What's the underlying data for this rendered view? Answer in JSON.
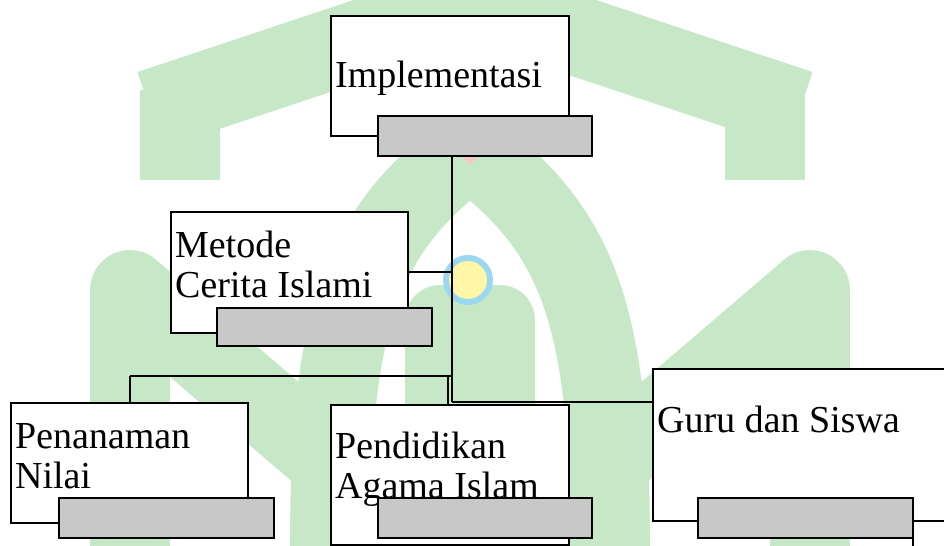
{
  "nodes": {
    "implementasi": {
      "label": "Implementasi"
    },
    "metode": {
      "label": "Metode\nCerita Islami"
    },
    "penanaman": {
      "label": "Penanaman\nNilai"
    },
    "pendidikan": {
      "label": "Pendidikan\nAgama Islam"
    },
    "guru": {
      "label": "Guru dan Siswa"
    }
  },
  "colors": {
    "watermark_green": "#c6e8c6",
    "tab_fill": "#c8c8c8",
    "line": "#000000"
  }
}
